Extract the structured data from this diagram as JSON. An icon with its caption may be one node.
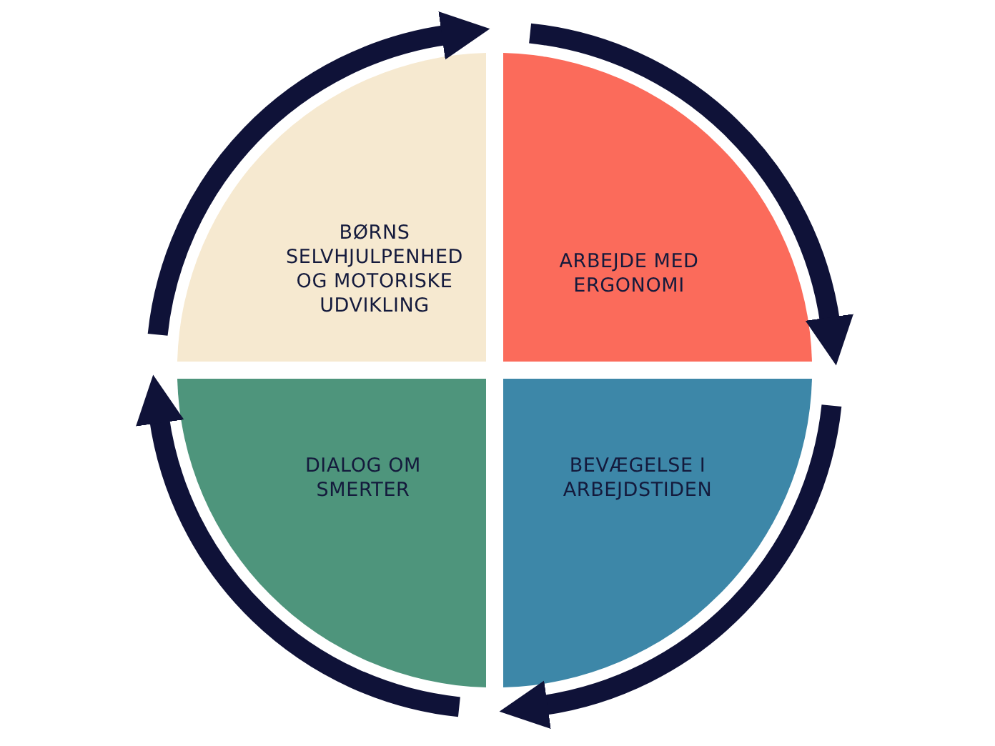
{
  "diagram": {
    "nodes": [
      {
        "text": [
          "BØRNS SELVHJULPENHED OG MOTORISKE UDVIKLING"
        ]
      },
      {
        "text": [
          "ARBEJDE MED ERGONOMI"
        ]
      },
      {
        "text": [
          "DIALOG OM SMERTER"
        ]
      },
      {
        "text": [
          "BEVÆGELSE I ARBEJDSTIDEN"
        ]
      }
    ]
  }
}
